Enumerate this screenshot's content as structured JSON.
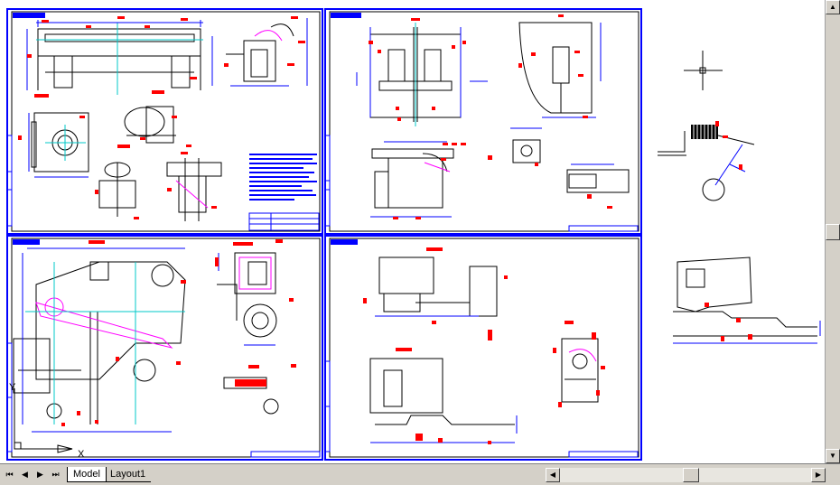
{
  "tabs": {
    "model": "Model",
    "layout1": "Layout1"
  },
  "nav": {
    "first": "⏮",
    "prev": "◀",
    "next": "▶",
    "last": "⏭"
  },
  "scroll": {
    "up": "▲",
    "down": "▼",
    "left": "◀",
    "right": "▶"
  },
  "ucs": {
    "y_label": "Y",
    "x_label": "X"
  },
  "colors": {
    "frame": "#0000ff",
    "dimension": "#ff0000",
    "centerline": "#00c8c8",
    "geometry": "#000000",
    "magenta": "#ff00ff",
    "background": "#ffffff",
    "chrome": "#d4d0c8"
  },
  "icons": {
    "crosshair": "crosshair-icon",
    "ucs": "ucs-icon"
  }
}
